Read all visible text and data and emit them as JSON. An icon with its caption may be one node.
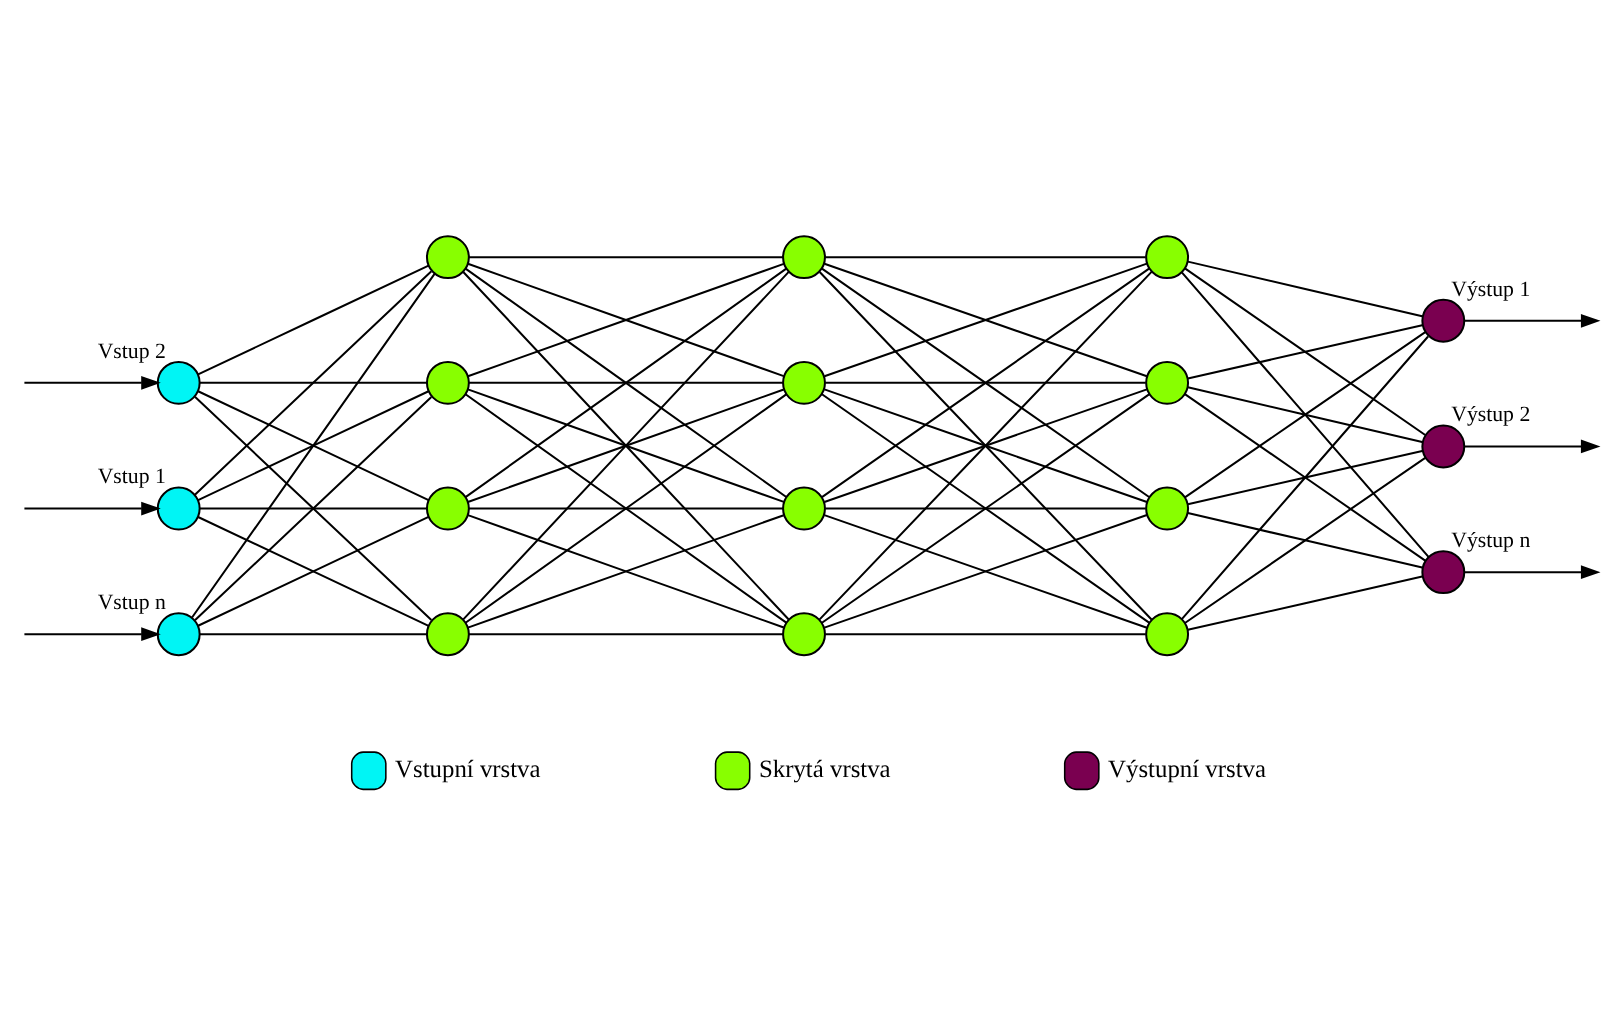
{
  "diagram": {
    "nodes": [
      {
        "text": [],
        "shape": "circle",
        "beside": [
          "Vstup 1"
        ]
      },
      {
        "text": [],
        "shape": "circle",
        "beside": [
          "Vstup 2"
        ]
      },
      {
        "text": [],
        "shape": "circle",
        "beside": [
          "Vstup n"
        ]
      },
      {
        "text": [],
        "shape": "circle"
      },
      {
        "text": [],
        "shape": "circle"
      },
      {
        "text": [],
        "shape": "circle"
      },
      {
        "text": [],
        "shape": "circle"
      },
      {
        "text": [],
        "shape": "circle"
      },
      {
        "text": [],
        "shape": "circle"
      },
      {
        "text": [],
        "shape": "circle"
      },
      {
        "text": [],
        "shape": "circle"
      },
      {
        "text": [],
        "shape": "circle"
      },
      {
        "text": [],
        "shape": "circle"
      },
      {
        "text": [],
        "shape": "circle"
      },
      {
        "text": [],
        "shape": "circle"
      },
      {
        "text": [],
        "shape": "circle",
        "beside": [
          "Výstup 1"
        ]
      },
      {
        "text": [],
        "shape": "circle",
        "beside": [
          "Výstup 2"
        ]
      },
      {
        "text": [],
        "shape": "circle",
        "beside": [
          "Výstup n"
        ]
      }
    ],
    "edges": [
      {
        "from": null,
        "to": 0,
        "arrow": "to"
      },
      {
        "from": null,
        "to": 1,
        "arrow": "to"
      },
      {
        "from": null,
        "to": 2,
        "arrow": "to"
      },
      {
        "from": 0,
        "to": 3,
        "arrow": "none"
      },
      {
        "from": 0,
        "to": 4,
        "arrow": "none"
      },
      {
        "from": 0,
        "to": 5,
        "arrow": "none"
      },
      {
        "from": 0,
        "to": 6,
        "arrow": "none"
      },
      {
        "from": 1,
        "to": 3,
        "arrow": "none"
      },
      {
        "from": 1,
        "to": 4,
        "arrow": "none"
      },
      {
        "from": 1,
        "to": 5,
        "arrow": "none"
      },
      {
        "from": 1,
        "to": 6,
        "arrow": "none"
      },
      {
        "from": 2,
        "to": 3,
        "arrow": "none"
      },
      {
        "from": 2,
        "to": 4,
        "arrow": "none"
      },
      {
        "from": 2,
        "to": 5,
        "arrow": "none"
      },
      {
        "from": 2,
        "to": 6,
        "arrow": "none"
      },
      {
        "from": 3,
        "to": 7,
        "arrow": "none"
      },
      {
        "from": 3,
        "to": 8,
        "arrow": "none"
      },
      {
        "from": 3,
        "to": 9,
        "arrow": "none"
      },
      {
        "from": 3,
        "to": 10,
        "arrow": "none"
      },
      {
        "from": 4,
        "to": 7,
        "arrow": "none"
      },
      {
        "from": 4,
        "to": 8,
        "arrow": "none"
      },
      {
        "from": 4,
        "to": 9,
        "arrow": "none"
      },
      {
        "from": 4,
        "to": 10,
        "arrow": "none"
      },
      {
        "from": 5,
        "to": 7,
        "arrow": "none"
      },
      {
        "from": 5,
        "to": 8,
        "arrow": "none"
      },
      {
        "from": 5,
        "to": 9,
        "arrow": "none"
      },
      {
        "from": 5,
        "to": 10,
        "arrow": "none"
      },
      {
        "from": 6,
        "to": 7,
        "arrow": "none"
      },
      {
        "from": 6,
        "to": 8,
        "arrow": "none"
      },
      {
        "from": 6,
        "to": 9,
        "arrow": "none"
      },
      {
        "from": 6,
        "to": 10,
        "arrow": "none"
      },
      {
        "from": 7,
        "to": 11,
        "arrow": "none"
      },
      {
        "from": 7,
        "to": 12,
        "arrow": "none"
      },
      {
        "from": 7,
        "to": 13,
        "arrow": "none"
      },
      {
        "from": 7,
        "to": 14,
        "arrow": "none"
      },
      {
        "from": 8,
        "to": 11,
        "arrow": "none"
      },
      {
        "from": 8,
        "to": 12,
        "arrow": "none"
      },
      {
        "from": 8,
        "to": 13,
        "arrow": "none"
      },
      {
        "from": 8,
        "to": 14,
        "arrow": "none"
      },
      {
        "from": 9,
        "to": 11,
        "arrow": "none"
      },
      {
        "from": 9,
        "to": 12,
        "arrow": "none"
      },
      {
        "from": 9,
        "to": 13,
        "arrow": "none"
      },
      {
        "from": 9,
        "to": 14,
        "arrow": "none"
      },
      {
        "from": 10,
        "to": 11,
        "arrow": "none"
      },
      {
        "from": 10,
        "to": 12,
        "arrow": "none"
      },
      {
        "from": 10,
        "to": 13,
        "arrow": "none"
      },
      {
        "from": 10,
        "to": 14,
        "arrow": "none"
      },
      {
        "from": 11,
        "to": 15,
        "arrow": "none"
      },
      {
        "from": 11,
        "to": 16,
        "arrow": "none"
      },
      {
        "from": 11,
        "to": 17,
        "arrow": "none"
      },
      {
        "from": 12,
        "to": 15,
        "arrow": "none"
      },
      {
        "from": 12,
        "to": 16,
        "arrow": "none"
      },
      {
        "from": 12,
        "to": 17,
        "arrow": "none"
      },
      {
        "from": 13,
        "to": 15,
        "arrow": "none"
      },
      {
        "from": 13,
        "to": 16,
        "arrow": "none"
      },
      {
        "from": 13,
        "to": 17,
        "arrow": "none"
      },
      {
        "from": 14,
        "to": 15,
        "arrow": "none"
      },
      {
        "from": 14,
        "to": 16,
        "arrow": "none"
      },
      {
        "from": 14,
        "to": 17,
        "arrow": "none"
      },
      {
        "from": 15,
        "to": null,
        "arrow": "to"
      },
      {
        "from": 16,
        "to": null,
        "arrow": "to"
      },
      {
        "from": 17,
        "to": null,
        "arrow": "to"
      }
    ],
    "legend": [
      {
        "text": "Vstupní vrstva",
        "color": "#00f5f5"
      },
      {
        "text": "Skrytá vrstva",
        "color": "#88ff00"
      },
      {
        "text": "Výstupní vrstva",
        "color": "#7a0050"
      }
    ]
  }
}
